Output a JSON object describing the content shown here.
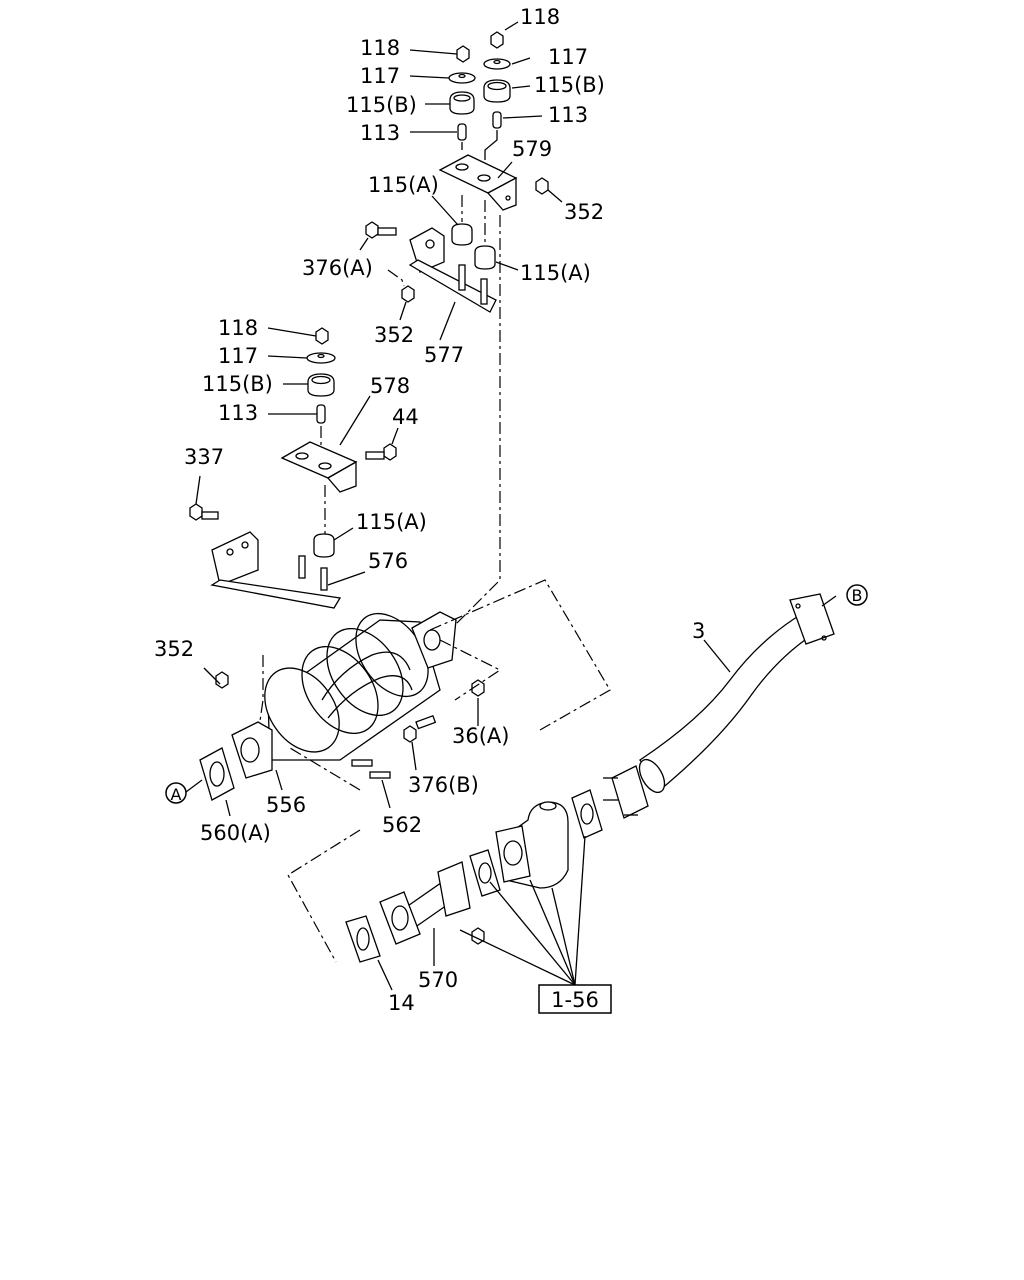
{
  "diagram": {
    "callouts": {
      "c118_a": "118",
      "c118_b": "118",
      "c118_c": "118",
      "c117_a": "117",
      "c117_b": "117",
      "c117_c": "117",
      "c115b_a": "115(B)",
      "c115b_b": "115(B)",
      "c115b_c": "115(B)",
      "c113_a": "113",
      "c113_b": "113",
      "c113_c": "113",
      "c579": "579",
      "c352_a": "352",
      "c352_b": "352",
      "c352_c": "352",
      "c115a_a": "115(A)",
      "c115a_b": "115(A)",
      "c115a_c": "115(A)",
      "c376a": "376(A)",
      "c376b": "376(B)",
      "c577": "577",
      "c578": "578",
      "c44": "44",
      "c337": "337",
      "c576": "576",
      "c3": "3",
      "c36a": "36(A)",
      "c556": "556",
      "c562": "562",
      "c560a": "560(A)",
      "c570": "570",
      "c14": "14"
    },
    "ref_box": "1-56",
    "circle_refs": {
      "a": "A",
      "b": "B"
    }
  }
}
